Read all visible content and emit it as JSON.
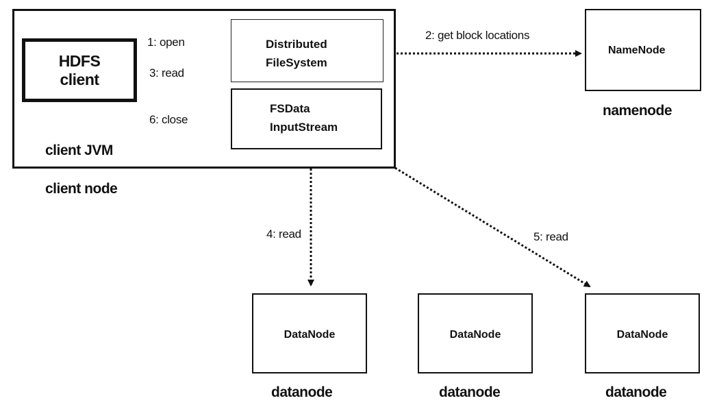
{
  "containers": {
    "client_jvm_label": "client JVM",
    "client_node_label": "client node"
  },
  "components": {
    "hdfs_client": [
      "HDFS",
      "client"
    ],
    "distributed_filesystem": [
      "Distributed",
      "FileSystem"
    ],
    "fsdata_inputstream": [
      "FSData",
      "InputStream"
    ],
    "namenode_box": "NameNode",
    "namenode_caption": "namenode",
    "datanodes": [
      {
        "box": "DataNode",
        "caption": "datanode"
      },
      {
        "box": "DataNode",
        "caption": "datanode"
      },
      {
        "box": "DataNode",
        "caption": "datanode"
      }
    ]
  },
  "edges": [
    {
      "label": "1: open"
    },
    {
      "label": "2: get block locations"
    },
    {
      "label": "3: read"
    },
    {
      "label": "4: read"
    },
    {
      "label": "5: read"
    },
    {
      "label": "6: close"
    }
  ]
}
